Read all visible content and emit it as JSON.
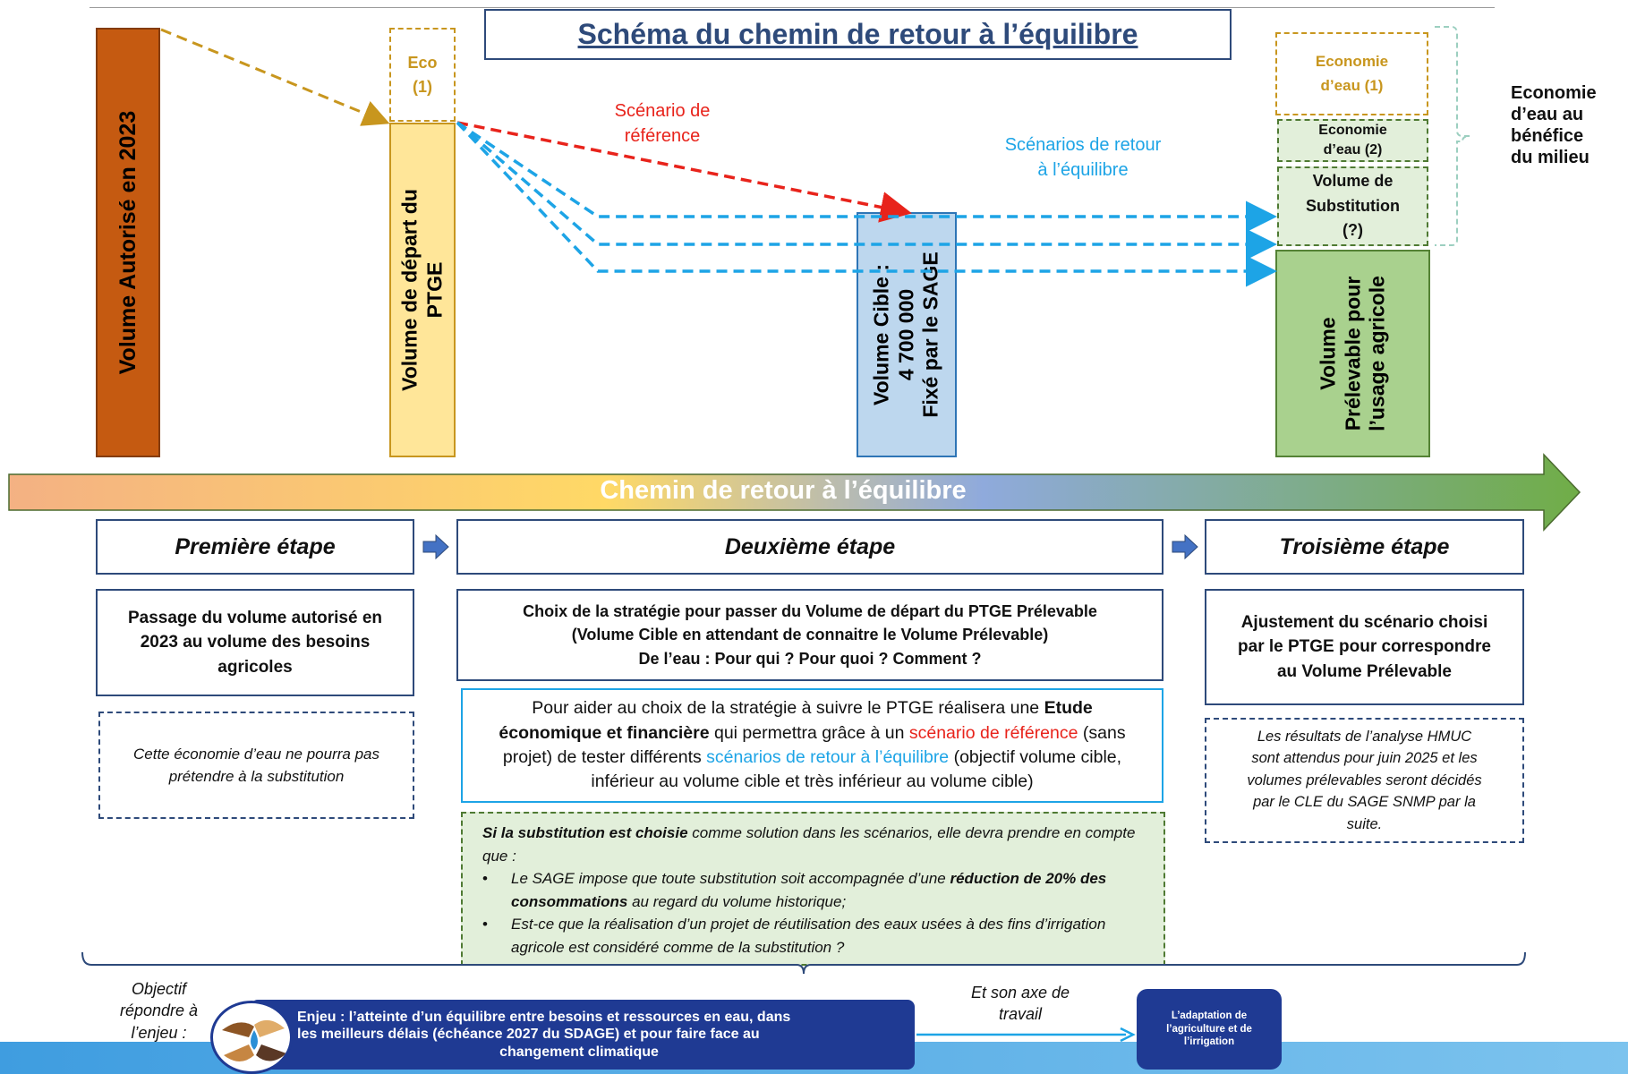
{
  "title": "Schéma du chemin de retour à l’équilibre",
  "colors": {
    "navy": "#2e4a7a",
    "orange": "#c55a11",
    "yellow": "#ffe699",
    "gold": "#c8961e",
    "blue_fill": "#bdd7ee",
    "green_fill": "#a9d18e",
    "light_green": "#e2efda",
    "red": "#e8231b",
    "cyan": "#1da4e6"
  },
  "bars": {
    "autorise": "Volume Autorisé en 2023",
    "depart": [
      "Volume de départ du",
      "PTGE"
    ],
    "cible": [
      "Volume Cible :",
      "4 700 000",
      "Fixé par le SAGE"
    ],
    "prelevable": [
      "Volume",
      "Prélevable pour",
      "l’usage agricole"
    ]
  },
  "eco_box": [
    "Eco",
    "(1)"
  ],
  "right_stack": {
    "economie1": [
      "Economie",
      "d’eau (1)"
    ],
    "economie2": [
      "Economie",
      "d’eau (2)"
    ],
    "substitution": [
      "Volume de",
      "Substitution",
      "(?)"
    ]
  },
  "side_label": [
    "Economie",
    "d’eau au",
    "bénéfice",
    "du milieu"
  ],
  "scenario_ref": [
    "Scénario de",
    "référence"
  ],
  "scenarios_retour": [
    "Scénarios de retour",
    "à l’équilibre"
  ],
  "arrow_banner": "Chemin de retour à l’équilibre",
  "steps": [
    "Première étape",
    "Deuxième étape",
    "Troisième étape"
  ],
  "step1": {
    "desc": [
      "Passage du volume autorisé en",
      "2023 au volume des besoins",
      "agricoles"
    ],
    "note": [
      "Cette économie d’eau ne pourra pas",
      "prétendre à la substitution"
    ]
  },
  "step2": {
    "desc": [
      "Choix de la stratégie pour passer du Volume de départ du PTGE Prélevable",
      "(Volume Cible en attendant de connaitre le Volume Prélevable)",
      "De l’eau : Pour qui ? Pour quoi ? Comment ?"
    ],
    "etude": {
      "p1": "Pour aider au choix de la stratégie à suivre le PTGE réalisera une ",
      "b1": "Etude économique et financière",
      "p2": " qui permettra grâce à un ",
      "red": "scénario de référence",
      "p3": " (sans projet) de tester différents ",
      "blue": "scénarios de retour à l’équilibre",
      "p4": " (objectif volume cible, inférieur au volume cible et très inférieur au volume cible)"
    },
    "substitution": {
      "lead_b": "Si la substitution est choisie",
      "lead": " comme solution dans les scénarios, elle devra prendre en compte que :",
      "b1a": "Le SAGE impose que toute substitution soit accompagnée d’une ",
      "b1b": "réduction de 20% des consommations",
      "b1c": " au regard du volume historique;",
      "b2": "Est-ce que la réalisation d’un projet de réutilisation des eaux usées à des fins d’irrigation agricole est considéré comme de la substitution ?"
    }
  },
  "step3": {
    "desc": [
      "Ajustement du scénario choisi",
      "par le PTGE pour correspondre",
      "au Volume Prélevable"
    ],
    "note": [
      "Les résultats de l’analyse HMUC",
      "sont attendus pour juin 2025 et les",
      "volumes prélevables seront décidés",
      "par le CLE du SAGE SNMP par la",
      "suite."
    ]
  },
  "bottom": {
    "objectif": [
      "Objectif",
      "répondre à",
      "l’enjeu :"
    ],
    "enjeu": [
      "Enjeu : l’atteinte d’un équilibre entre besoins et ressources en eau, dans",
      "les meilleurs délais (échéance 2027 du SDAGE) et pour faire face au",
      "changement climatique"
    ],
    "axe": [
      "Et son axe de",
      "travail"
    ],
    "adaptation": [
      "L’adaptation de",
      "l’agriculture et de",
      "l’irrigation"
    ]
  }
}
